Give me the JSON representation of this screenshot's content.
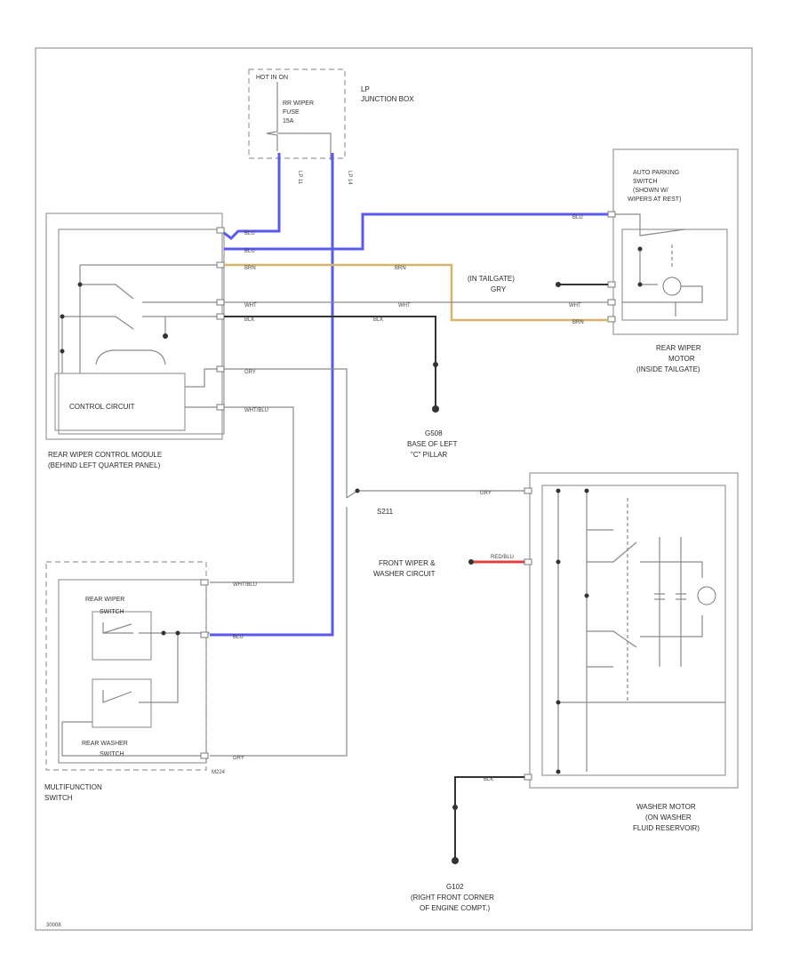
{
  "junction_box": {
    "hot": "HOT IN ON",
    "fuse": [
      "RR WIPER",
      "FUSE",
      "15A"
    ],
    "name": [
      "LP",
      "JUNCTION BOX"
    ],
    "pins": [
      "LP 11",
      "LP 14"
    ]
  },
  "auto_parking_switch": [
    "AUTO PARKING",
    "SWITCH",
    "(SHOWN W/",
    "WIPERS AT REST)"
  ],
  "rear_wiper_motor": [
    "REAR WIPER",
    "MOTOR",
    "(INSIDE TAILGATE)"
  ],
  "in_tailgate": [
    "(IN TAILGATE)",
    "GRY"
  ],
  "control_module": {
    "circuit": "CONTROL CIRCUIT",
    "name": [
      "REAR WIPER CONTROL MODULE",
      "(BEHIND LEFT QUARTER PANEL)"
    ]
  },
  "ground_g508": [
    "G508",
    "BASE OF LEFT",
    "\"C\" PILLAR"
  ],
  "splice_s211": "S211",
  "front_wiper_circuit": [
    "FRONT WIPER &",
    "WASHER CIRCUIT"
  ],
  "multifunction": {
    "rear_wiper_switch": [
      "REAR WIPER",
      "SWITCH"
    ],
    "rear_washer_switch": [
      "REAR WASHER",
      "SWITCH"
    ],
    "name": [
      "MULTIFUNCTION",
      "SWITCH"
    ],
    "conn_id": "M224"
  },
  "washer_motor": [
    "WASHER MOTOR",
    "(ON WASHER",
    "FLUID RESERVOIR)"
  ],
  "ground_g102": [
    "G102",
    "(RIGHT FRONT CORNER",
    "OF ENGINE COMPT.)"
  ],
  "wires": {
    "blu": "BLU",
    "brn": "BRN",
    "wht": "WHT",
    "blk": "BLK",
    "gry": "GRY",
    "wht_blu": "WHT/BLU",
    "red_blu": "RED/BLU"
  },
  "page_code": "30008"
}
